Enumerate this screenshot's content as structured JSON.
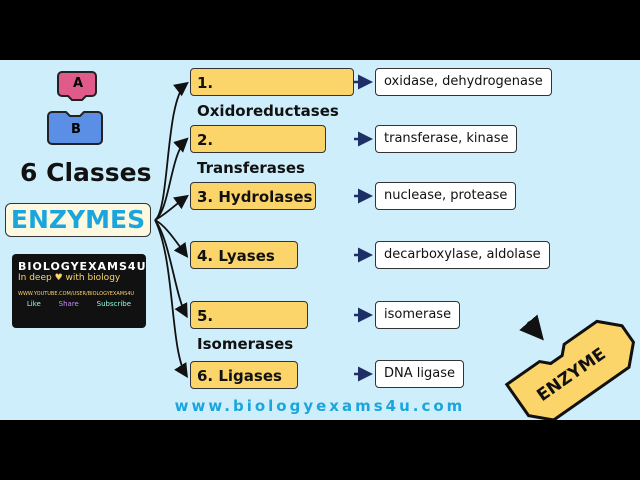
{
  "badge_labels": {
    "a": "A",
    "b": "B"
  },
  "title": "6 Classes",
  "main_label": "ENZYMES",
  "logo": {
    "name": "BIOLOGYEXAMS4U",
    "tagline": "In deep ♥ with biology",
    "url": "WWW.YOUTUBE.COM/USER/BIOLOGYEXAMS4U",
    "actions": [
      "Like",
      "Share",
      "Subscribe"
    ]
  },
  "classes": [
    {
      "name": "1. Oxidoreductases",
      "examples": "oxidase, dehydrogenase"
    },
    {
      "name": "2. Transferases",
      "examples": "transferase, kinase"
    },
    {
      "name": "3. Hydrolases",
      "examples": "nuclease, protease"
    },
    {
      "name": "4. Lyases",
      "examples": "decarboxylase, aldolase"
    },
    {
      "name": "5. Isomerases",
      "examples": "isomerase"
    },
    {
      "name": "6. Ligases",
      "examples": "DNA ligase"
    }
  ],
  "enzyme_graphic_label": "ENZYME",
  "website": "www.biologyexams4u.com",
  "colors": {
    "background": "#cdeefa",
    "class_box": "#fcd56a",
    "accent": "#1aa6dd"
  }
}
